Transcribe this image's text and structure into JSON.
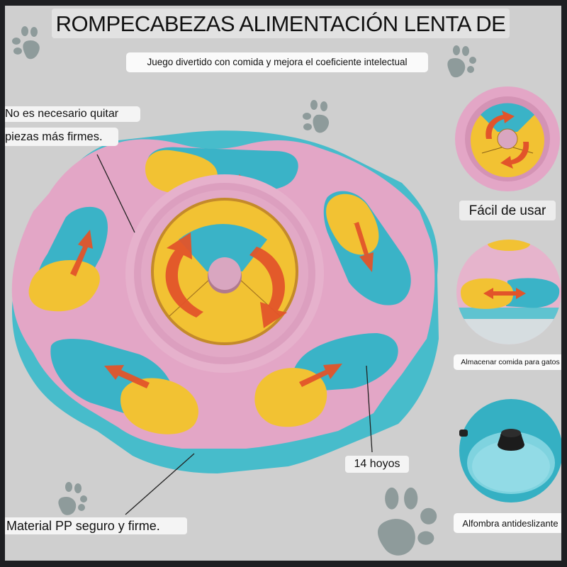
{
  "header": {
    "title": "ROMPECABEZAS ALIMENTACIÓN LENTA DE",
    "subtitle": "Juego divertido con comida y mejora el coeficiente intelectual"
  },
  "callouts": {
    "no_quitar": "No es necesario quitar",
    "piezas_firmes": "piezas más firmes.",
    "hoyos": "14 hoyos",
    "material": "Material PP seguro y firme."
  },
  "features": [
    {
      "label": "Fácil de usar",
      "image": "rotating-center-closeup"
    },
    {
      "label": "Almacenar comida para gatos",
      "image": "sliding-slot-closeup"
    },
    {
      "label": "Alfombra antideslizante",
      "image": "non-slip-base-closeup"
    }
  ],
  "icons": {
    "decoration": "paw-print-icon",
    "direction": "arrow-icon"
  },
  "colors": {
    "background": "#cfcfcf",
    "frame": "#1e1f22",
    "pink": "#e3a6c6",
    "teal": "#3fb6c9",
    "yellow": "#f2c233",
    "arrow": "#e2542a",
    "paw": "#8e9b9b"
  }
}
